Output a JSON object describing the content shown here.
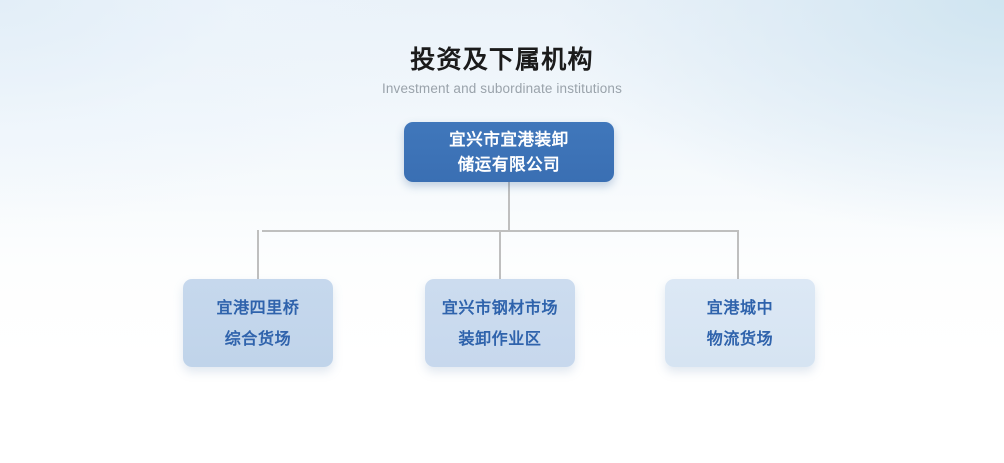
{
  "heading": {
    "title_cn": "投资及下属机构",
    "title_en": "Investment and subordinate institutions"
  },
  "org_chart": {
    "root": {
      "id": "yixing-yigang-loading-storage",
      "lines": [
        "宜兴市宜港装卸",
        "储运有限公司"
      ],
      "full_text": "宜兴市宜港装卸储运有限公司",
      "fill_color": "#3e74b8",
      "text_color": "#ffffff"
    },
    "children": [
      {
        "id": "yigang-silijiao-yard",
        "lines": [
          "宜港四里桥",
          "综合货场"
        ],
        "full_text": "宜港四里桥综合货场",
        "fill_color": "#c3d6eb",
        "text_color": "#2f63ac"
      },
      {
        "id": "yixing-steel-market-loading-area",
        "lines": [
          "宜兴市钢材市场",
          "装卸作业区"
        ],
        "full_text": "宜兴市钢材市场装卸作业区",
        "fill_color": "#c9daee",
        "text_color": "#2f63ac"
      },
      {
        "id": "yigang-chengzhong-logistics-yard",
        "lines": [
          "宜港城中",
          "物流货场"
        ],
        "full_text": "宜港城中物流货场",
        "fill_color": "#d9e6f4",
        "text_color": "#2f63ac"
      }
    ],
    "connector_color": "#bfbfbf"
  },
  "background": {
    "top_left_tint": "#eaf2f9",
    "top_right_tint": "#ddeaf4",
    "bottom": "#ffffff"
  }
}
